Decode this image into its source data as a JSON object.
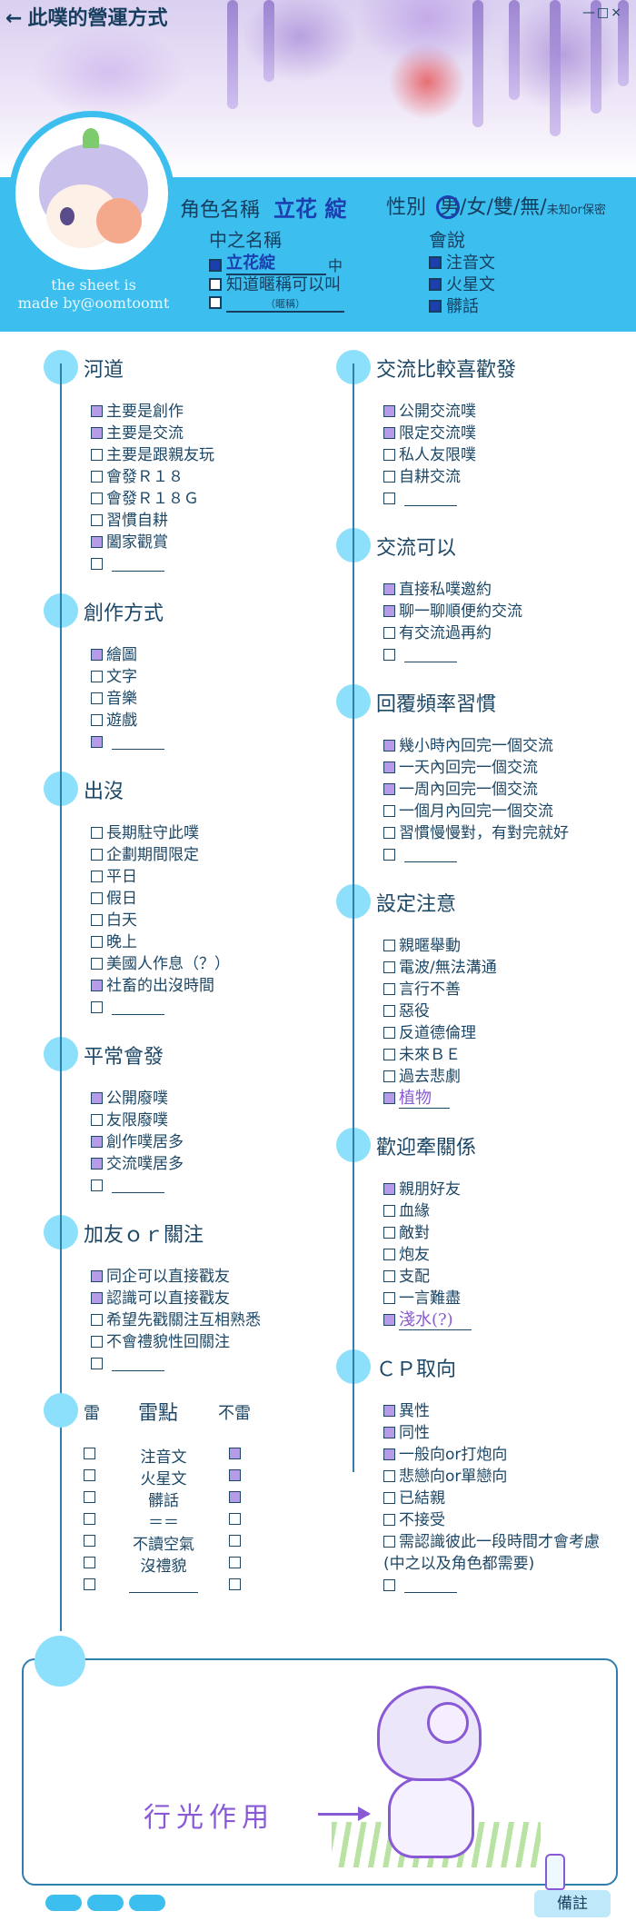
{
  "header": {
    "title": "此噗的營運方式",
    "window_controls": "—□×",
    "credit_lines": [
      "the sheet is",
      "made by@oomtoomt"
    ]
  },
  "profile": {
    "name_label": "角色名稱",
    "name_value": "立花 綻",
    "gender_label": "性別",
    "gender_options": [
      "男",
      "/女",
      "/雙",
      "/無",
      "/"
    ],
    "gender_unknown": "未知or保密",
    "gender_selected": "男",
    "nickname_label": "中之名稱",
    "nickname_value": "立花綻",
    "nickname_suffix": "中",
    "nickname_opt2": "知道暱稱可以叫",
    "nickname_opt3_hint": "（暱稱）",
    "language_label": "會說",
    "languages": [
      "注音文",
      "火星文",
      "髒話"
    ]
  },
  "left_sections": [
    {
      "title": "河道",
      "items": [
        {
          "label": "主要是創作",
          "checked": true
        },
        {
          "label": "主要是交流",
          "checked": true
        },
        {
          "label": "主要是跟親友玩",
          "checked": false
        },
        {
          "label": "會發Ｒ１８",
          "checked": false
        },
        {
          "label": "會發Ｒ１８Ｇ",
          "checked": false
        },
        {
          "label": "習慣自耕",
          "checked": false
        },
        {
          "label": "闔家觀賞",
          "checked": true
        },
        {
          "label": "",
          "checked": false,
          "blank": true
        }
      ]
    },
    {
      "title": "創作方式",
      "items": [
        {
          "label": "繪圖",
          "checked": true
        },
        {
          "label": "文字",
          "checked": false
        },
        {
          "label": "音樂",
          "checked": false
        },
        {
          "label": "遊戲",
          "checked": false
        },
        {
          "label": "",
          "checked": true,
          "blank": true
        }
      ]
    },
    {
      "title": "出沒",
      "items": [
        {
          "label": "長期駐守此噗",
          "checked": false
        },
        {
          "label": "企劃期間限定",
          "checked": false
        },
        {
          "label": "平日",
          "checked": false
        },
        {
          "label": "假日",
          "checked": false
        },
        {
          "label": "白天",
          "checked": false
        },
        {
          "label": "晚上",
          "checked": false
        },
        {
          "label": "美國人作息（？）",
          "checked": false
        },
        {
          "label": "社畜的出沒時間",
          "checked": true
        },
        {
          "label": "",
          "checked": false,
          "blank": true
        }
      ]
    },
    {
      "title": "平常會發",
      "items": [
        {
          "label": "公開廢噗",
          "checked": true
        },
        {
          "label": "友限廢噗",
          "checked": false
        },
        {
          "label": "創作噗居多",
          "checked": true
        },
        {
          "label": "交流噗居多",
          "checked": true
        },
        {
          "label": "",
          "checked": false,
          "blank": true
        }
      ]
    },
    {
      "title": "加友ｏｒ關注",
      "items": [
        {
          "label": "同企可以直接戳友",
          "checked": true
        },
        {
          "label": "認識可以直接戳友",
          "checked": true
        },
        {
          "label": "希望先戳關注互相熟悉",
          "checked": false
        },
        {
          "label": "不會禮貌性回關注",
          "checked": false
        },
        {
          "label": "",
          "checked": false,
          "blank": true
        }
      ]
    }
  ],
  "mine": {
    "left_head": "雷",
    "title": "雷點",
    "right_head": "不雷",
    "rows": [
      {
        "label": "注音文",
        "mine": false,
        "ok": true
      },
      {
        "label": "火星文",
        "mine": false,
        "ok": true
      },
      {
        "label": "髒話",
        "mine": false,
        "ok": true
      },
      {
        "label": "＝＝",
        "mine": false,
        "ok": false
      },
      {
        "label": "不讀空氣",
        "mine": false,
        "ok": false
      },
      {
        "label": "沒禮貌",
        "mine": false,
        "ok": false
      },
      {
        "label": "",
        "mine": false,
        "ok": false,
        "blank": true
      }
    ]
  },
  "right_sections": [
    {
      "title": "交流比較喜歡發",
      "items": [
        {
          "label": "公開交流噗",
          "checked": true
        },
        {
          "label": "限定交流噗",
          "checked": true
        },
        {
          "label": "私人友限噗",
          "checked": false
        },
        {
          "label": "自耕交流",
          "checked": false
        },
        {
          "label": "",
          "checked": false,
          "blank": true
        }
      ]
    },
    {
      "title": "交流可以",
      "items": [
        {
          "label": "直接私噗邀約",
          "checked": true
        },
        {
          "label": "聊一聊順便約交流",
          "checked": true
        },
        {
          "label": "有交流過再約",
          "checked": false
        },
        {
          "label": "",
          "checked": false,
          "blank": true
        }
      ]
    },
    {
      "title": "回覆頻率習慣",
      "items": [
        {
          "label": "幾小時內回完一個交流",
          "checked": true
        },
        {
          "label": "一天內回完一個交流",
          "checked": true
        },
        {
          "label": "一周內回完一個交流",
          "checked": true
        },
        {
          "label": "一個月內回完一個交流",
          "checked": false
        },
        {
          "label": "習慣慢慢對，有對完就好",
          "checked": false
        },
        {
          "label": "",
          "checked": false,
          "blank": true
        }
      ]
    },
    {
      "title": "設定注意",
      "items": [
        {
          "label": "親暱舉動",
          "checked": false
        },
        {
          "label": "電波/無法溝通",
          "checked": false
        },
        {
          "label": "言行不善",
          "checked": false
        },
        {
          "label": "惡役",
          "checked": false
        },
        {
          "label": "反道德倫理",
          "checked": false
        },
        {
          "label": "未來ＢＥ",
          "checked": false
        },
        {
          "label": "過去悲劇",
          "checked": false
        },
        {
          "label": "植物",
          "checked": true,
          "handwritten": true
        }
      ]
    },
    {
      "title": "歡迎牽關係",
      "items": [
        {
          "label": "親朋好友",
          "checked": true
        },
        {
          "label": "血緣",
          "checked": false
        },
        {
          "label": "敵對",
          "checked": false
        },
        {
          "label": "炮友",
          "checked": false
        },
        {
          "label": "支配",
          "checked": false
        },
        {
          "label": "一言難盡",
          "checked": false
        },
        {
          "label": "淺水(?)",
          "checked": true,
          "handwritten": true
        }
      ]
    },
    {
      "title": "ＣＰ取向",
      "items": [
        {
          "label": "異性",
          "checked": true
        },
        {
          "label": "同性",
          "checked": true
        },
        {
          "label": "一般向or打炮向",
          "checked": true
        },
        {
          "label": "悲戀向or單戀向",
          "checked": false
        },
        {
          "label": "已結親",
          "checked": false
        },
        {
          "label": "不接受",
          "checked": false
        },
        {
          "label": "需認識彼此一段時間才會考慮",
          "checked": false
        },
        {
          "label": "(中之以及角色都需要)",
          "checked": false,
          "nobox": true
        },
        {
          "label": "",
          "checked": false,
          "blank": true
        }
      ]
    }
  ],
  "notes": {
    "tagline": "行光作用",
    "memo_label": "備註"
  },
  "colors": {
    "accent": "#3cbfef",
    "dot": "#8de0fb",
    "text": "#1d4766",
    "check": "#b89be8",
    "ink": "#1b3fae",
    "sketch": "#8a5ad6"
  }
}
